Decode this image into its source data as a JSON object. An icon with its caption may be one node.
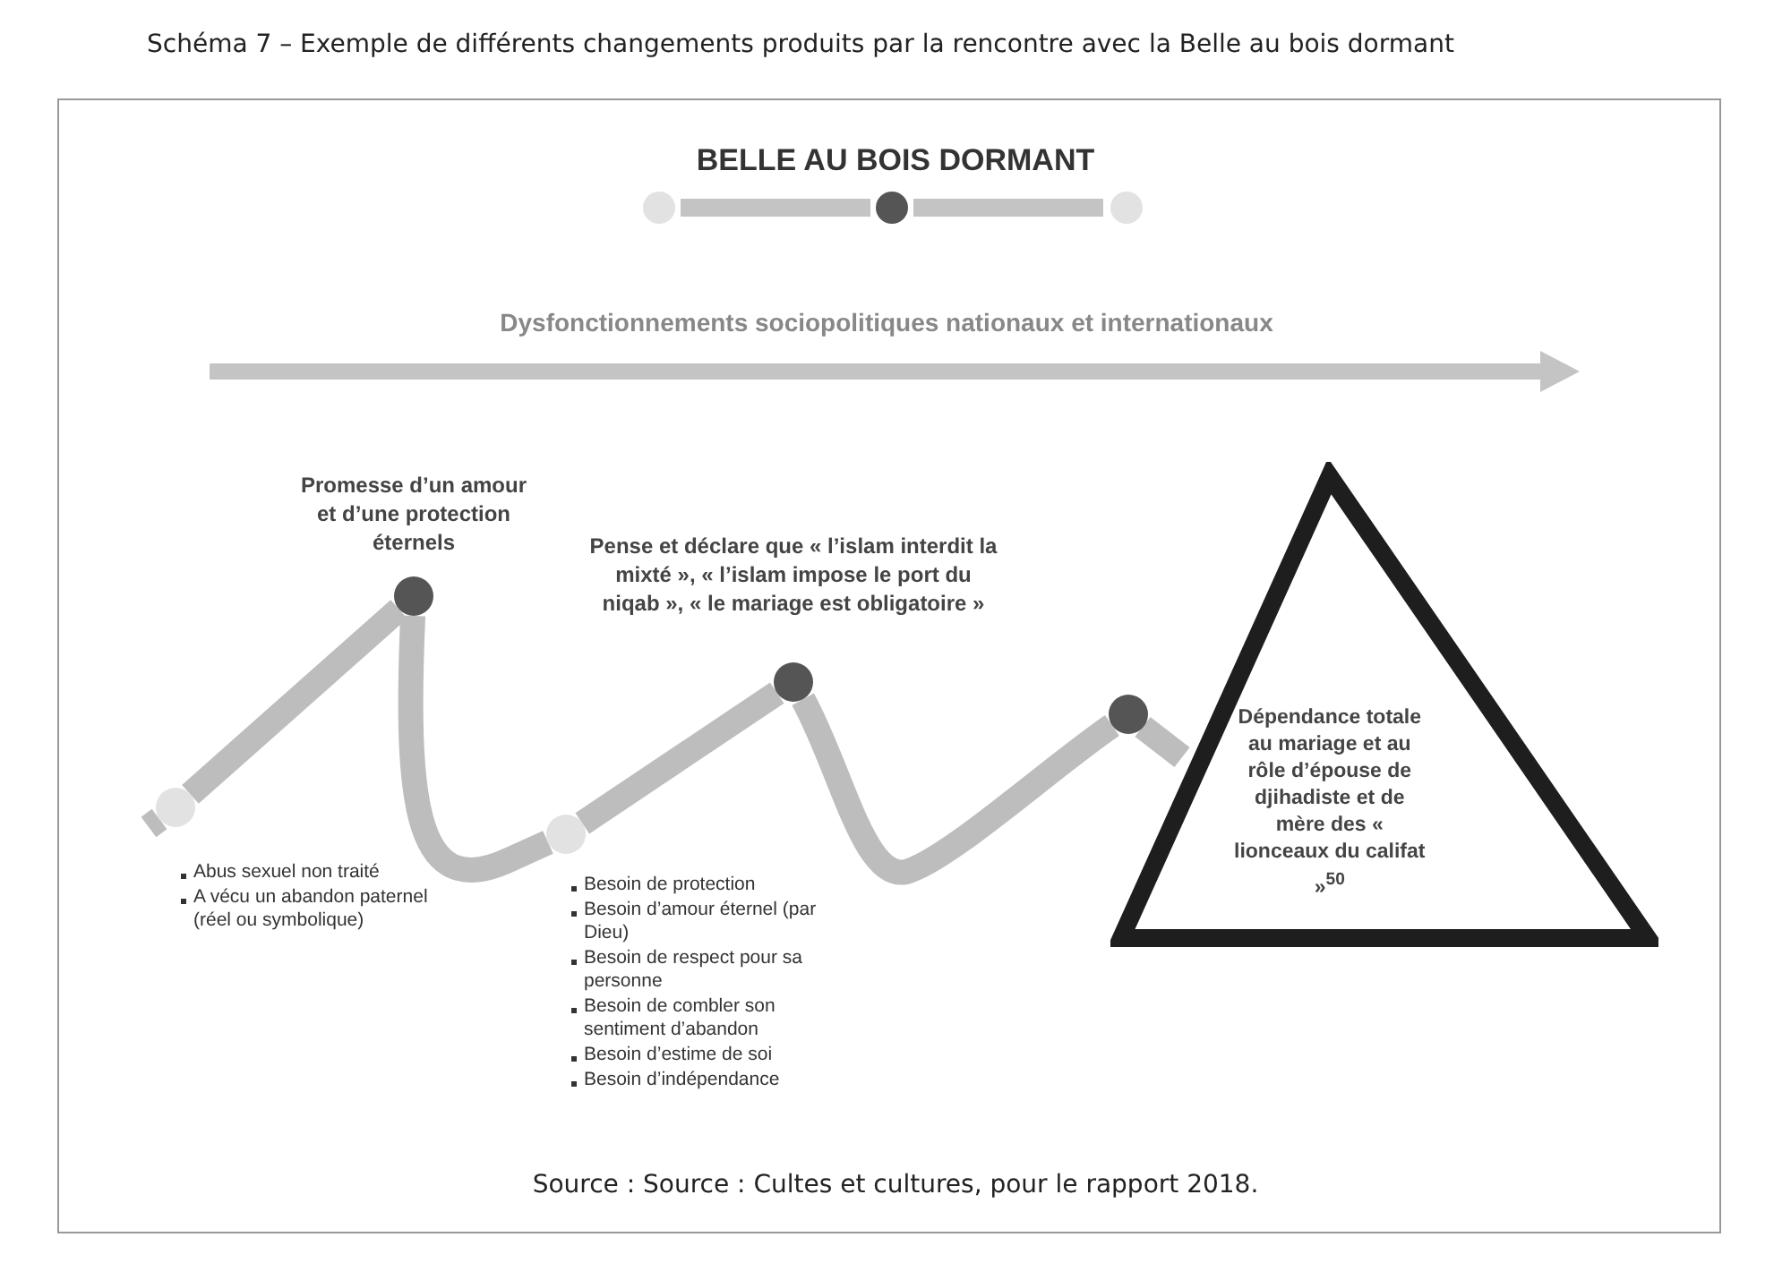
{
  "diagram": {
    "title": "Schéma 7 – Exemple de différents changements produits par la rencontre avec la Belle au bois dormant",
    "caption": "Source : Source : Cultes et cultures, pour le rapport 2018.",
    "nodes": [
      {
        "text": [],
        "shape": "circle",
        "beside": [
          "Abus sexuel non traité",
          "A vécu un abandon paternel (réel ou symbolique)"
        ]
      },
      {
        "text": [],
        "shape": "circle",
        "beside": [
          "Promesse d’un amour et d’une protection éternels"
        ]
      },
      {
        "text": [],
        "shape": "circle",
        "beside": [
          "Besoin de protection",
          "Besoin d’amour éternel (par Dieu)",
          "Besoin de respect pour sa personne",
          "Besoin de combler son sentiment d’abandon",
          "Besoin d’estime de soi",
          "Besoin d’indépendance"
        ]
      },
      {
        "text": [],
        "shape": "circle",
        "beside": [
          "Pense et déclare que « l’islam interdit la mixté », « l’islam impose le port du niqab », « le mariage est obligatoire »"
        ]
      },
      {
        "text": [],
        "shape": "circle"
      },
      {
        "text": [
          "Dépendance totale au mariage et au rôle d’épouse de djihadiste et de mère des « lionceaux du califat »$^{50}$"
        ]
      }
    ],
    "edges": [
      {
        "from": 0,
        "to": 1,
        "arrow": "none"
      },
      {
        "from": 1,
        "to": 2,
        "arrow": "none"
      },
      {
        "from": 2,
        "to": 3,
        "arrow": "none"
      },
      {
        "from": 3,
        "to": 4,
        "arrow": "none"
      }
    ],
    "labels": [
      "BELLE AU BOIS DORMANT",
      "Dysfonctionnements sociopolitiques nationaux et internationaux"
    ]
  }
}
